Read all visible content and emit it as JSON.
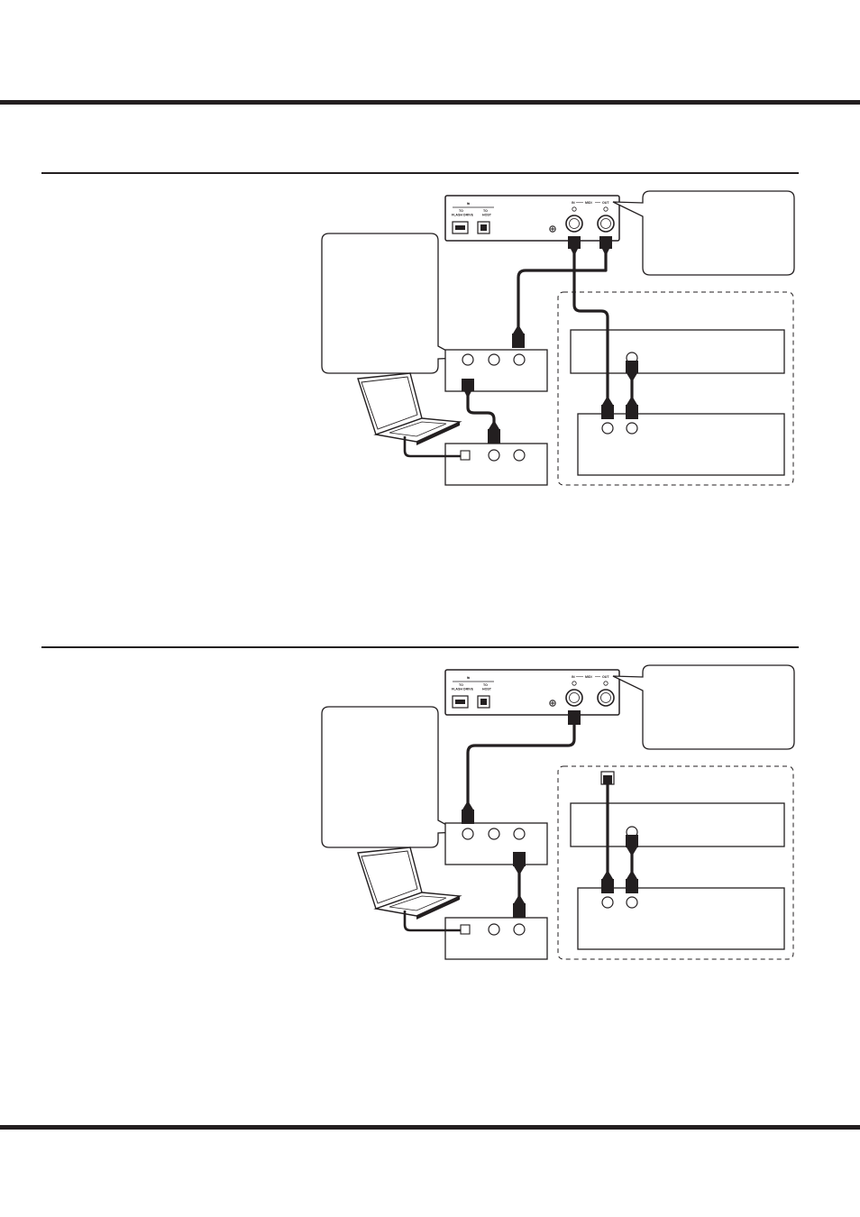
{
  "page": {
    "top_rule": "",
    "bottom_rule": ""
  },
  "diagrams": [
    {
      "panel": {
        "usb_flash_label_1": "TO",
        "usb_flash_label_2": "FLASH DRIVE",
        "usb_host_label_1": "TO",
        "usb_host_label_2": "HOST",
        "midi_in_label": "IN",
        "midi_label": "MIDI",
        "midi_out_label": "OUT"
      }
    },
    {
      "panel": {
        "usb_flash_label_1": "TO",
        "usb_flash_label_2": "FLASH DRIVE",
        "usb_host_label_1": "TO",
        "usb_host_label_2": "HOST",
        "midi_in_label": "IN",
        "midi_label": "MIDI",
        "midi_out_label": "OUT"
      }
    }
  ],
  "colors": {
    "ink": "#231f20",
    "cable": "#231f20",
    "paper": "#ffffff"
  }
}
